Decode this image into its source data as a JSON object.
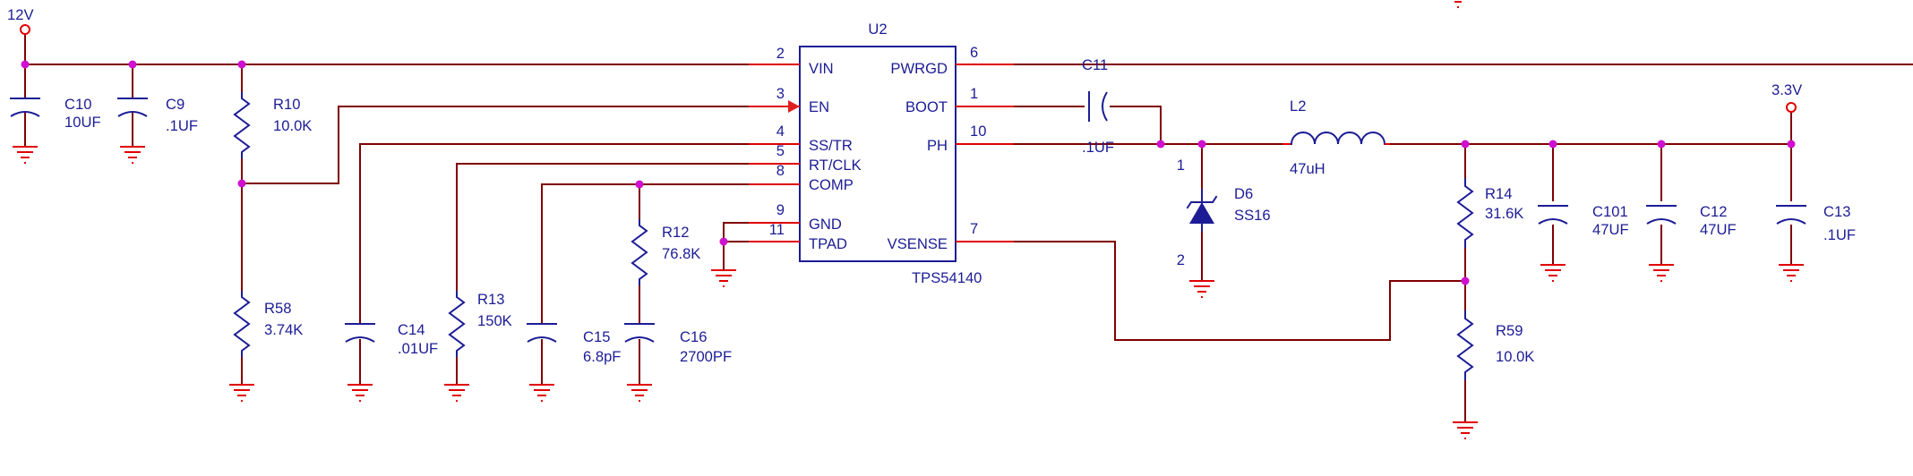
{
  "rails": {
    "vin": "12V",
    "vout": "3.3V"
  },
  "ic": {
    "ref": "U2",
    "part": "TPS54140",
    "pins": [
      {
        "num": "2",
        "name": "VIN"
      },
      {
        "num": "3",
        "name": "EN"
      },
      {
        "num": "4",
        "name": "SS/TR"
      },
      {
        "num": "5",
        "name": "RT/CLK"
      },
      {
        "num": "8",
        "name": "COMP"
      },
      {
        "num": "9",
        "name": "GND"
      },
      {
        "num": "11",
        "name": "TPAD"
      },
      {
        "num": "6",
        "name": "PWRGD"
      },
      {
        "num": "1",
        "name": "BOOT"
      },
      {
        "num": "10",
        "name": "PH"
      },
      {
        "num": "7",
        "name": "VSENSE"
      }
    ]
  },
  "parts": [
    {
      "ref": "C10",
      "val": "10UF"
    },
    {
      "ref": "C9",
      "val": ".1UF"
    },
    {
      "ref": "R10",
      "val": "10.0K"
    },
    {
      "ref": "R58",
      "val": "3.74K"
    },
    {
      "ref": "C14",
      "val": ".01UF"
    },
    {
      "ref": "R13",
      "val": "150K"
    },
    {
      "ref": "C15",
      "val": "6.8pF"
    },
    {
      "ref": "R12",
      "val": "76.8K"
    },
    {
      "ref": "C16",
      "val": "2700PF"
    },
    {
      "ref": "C11",
      "val": ".1UF"
    },
    {
      "ref": "L2",
      "val": "47uH"
    },
    {
      "ref": "D6",
      "val": "SS16"
    },
    {
      "ref": "R14",
      "val": "31.6K"
    },
    {
      "ref": "R59",
      "val": "10.0K"
    },
    {
      "ref": "C101",
      "val": "47UF"
    },
    {
      "ref": "C12",
      "val": "47UF"
    },
    {
      "ref": "C13",
      "val": ".1UF"
    }
  ],
  "diode_pins": {
    "anode": "2",
    "cathode": "1"
  }
}
